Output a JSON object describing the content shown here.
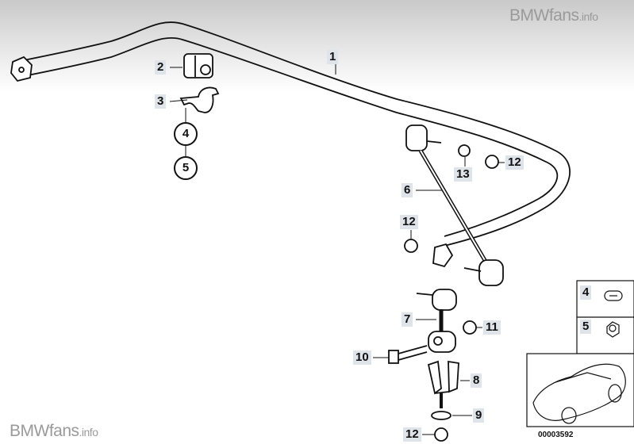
{
  "watermark": {
    "brand": "BMWfans",
    "suffix": ".info"
  },
  "callouts": {
    "c1": "1",
    "c2": "2",
    "c3": "3",
    "c4": "4",
    "c5": "5",
    "c6": "6",
    "c7": "7",
    "c8": "8",
    "c9": "9",
    "c10": "10",
    "c11": "11",
    "c12a": "12",
    "c12b": "12",
    "c12c": "12",
    "c13": "13"
  },
  "inset": {
    "item4": "4",
    "item5": "5",
    "diagram_number": "00003592"
  }
}
